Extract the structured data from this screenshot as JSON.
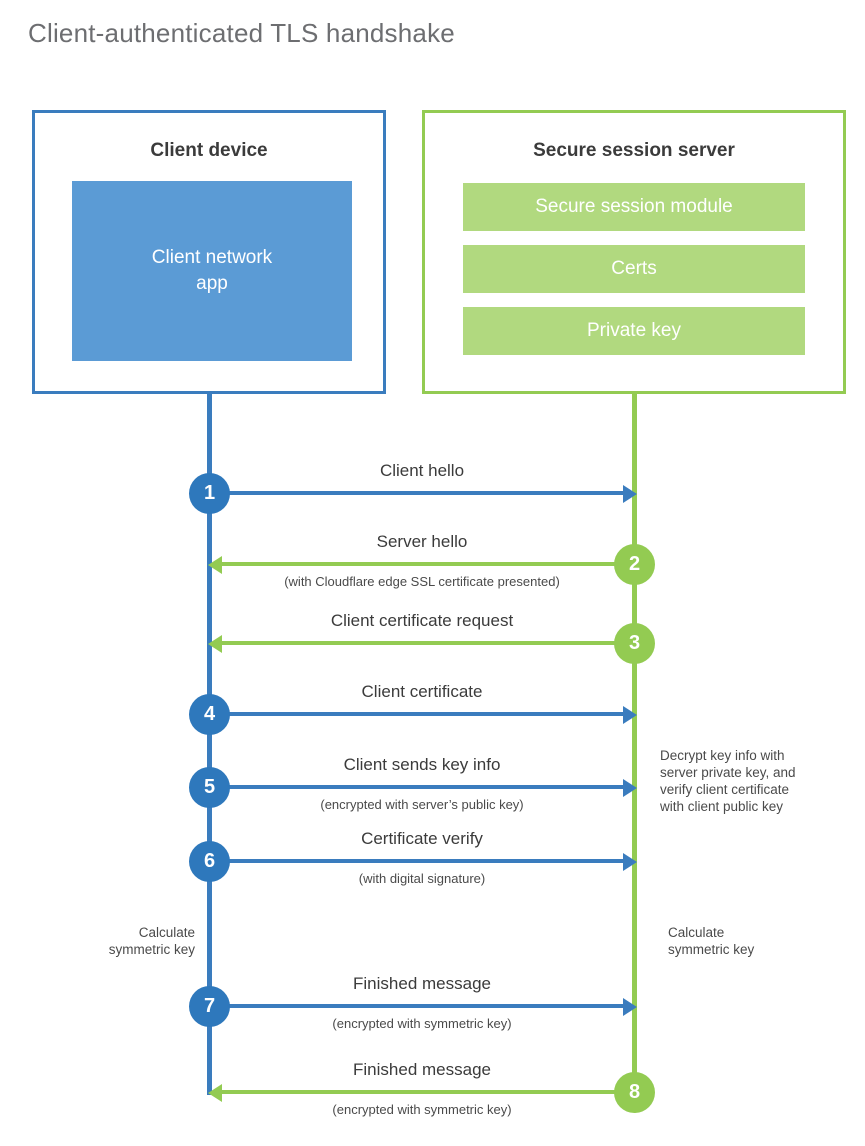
{
  "page": {
    "title": "Client-authenticated TLS handshake",
    "colors": {
      "blue_border": "#3a7cbe",
      "blue_fill": "#5b9bd5",
      "blue_circle": "#2e78bc",
      "green_border": "#93cb52",
      "green_fill": "#b1d97f",
      "text_dark": "#3b3b3b",
      "title_gray": "#6d6e71"
    }
  },
  "client": {
    "title": "Client device",
    "app_label_line1": "Client network",
    "app_label_line2": "app"
  },
  "server": {
    "title": "Secure session server",
    "components": [
      "Secure session module",
      "Certs",
      "Private key"
    ]
  },
  "steps": [
    {
      "number": "1",
      "direction": "client-to-server",
      "label": "Client hello",
      "sub": ""
    },
    {
      "number": "2",
      "direction": "server-to-client",
      "label": "Server hello",
      "sub": "(with Cloudflare edge SSL certificate presented)"
    },
    {
      "number": "3",
      "direction": "server-to-client",
      "label": "Client certificate request",
      "sub": ""
    },
    {
      "number": "4",
      "direction": "client-to-server",
      "label": "Client certificate",
      "sub": ""
    },
    {
      "number": "5",
      "direction": "client-to-server",
      "label": "Client sends key info",
      "sub": "(encrypted with server’s public key)"
    },
    {
      "number": "6",
      "direction": "client-to-server",
      "label": "Certificate verify",
      "sub": "(with digital signature)"
    },
    {
      "number": "7",
      "direction": "client-to-server",
      "label": "Finished message",
      "sub": "(encrypted with symmetric key)"
    },
    {
      "number": "8",
      "direction": "server-to-client",
      "label": "Finished message",
      "sub": "(encrypted with symmetric key)"
    }
  ],
  "annotations": {
    "server_note": {
      "line1": "Decrypt key info with",
      "line2": "server private key, and",
      "line3": "verify client certificate",
      "line4": "with client public key"
    },
    "calculate_left": {
      "line1": "Calculate",
      "line2": "symmetric key"
    },
    "calculate_right": {
      "line1": "Calculate",
      "line2": "symmetric key"
    }
  }
}
